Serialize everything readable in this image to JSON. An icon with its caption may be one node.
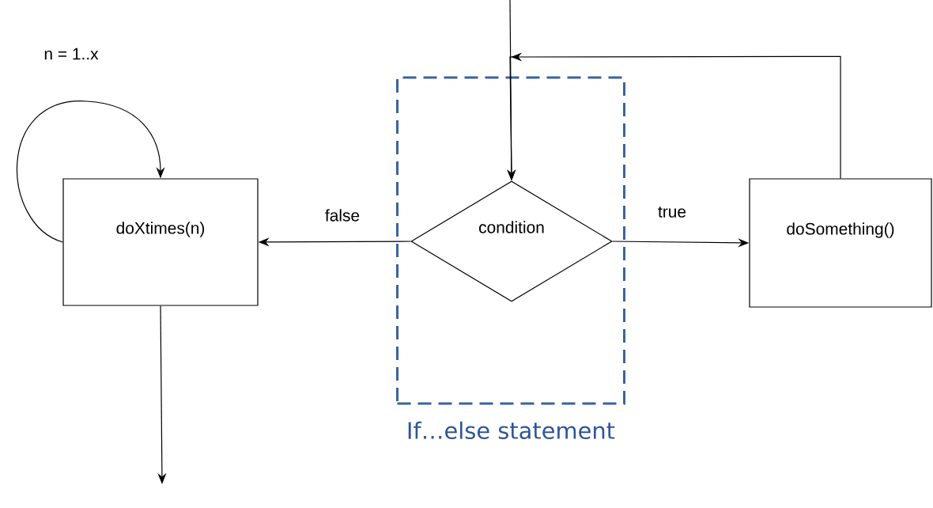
{
  "diagram": {
    "nodes": [
      {
        "text": [
          "If…else statement"
        ]
      },
      {
        "text": [
          "condition"
        ],
        "in": 0
      },
      {
        "text": [
          "doXtimes(n)"
        ]
      },
      {
        "text": [
          "doSomething()"
        ]
      }
    ],
    "edges": [
      {
        "from": null,
        "to": 1,
        "arrow": "to"
      },
      {
        "from": 1,
        "to": 2,
        "arrow": "to",
        "label": "false"
      },
      {
        "from": 3,
        "to": 1,
        "arrow": "to"
      },
      {
        "from": 1,
        "to": 3,
        "arrow": "to",
        "label": "true"
      },
      {
        "from": 2,
        "to": 2,
        "arrow": "to",
        "label": "n = 1..x"
      },
      {
        "from": 2,
        "to": null,
        "arrow": "to"
      }
    ]
  }
}
